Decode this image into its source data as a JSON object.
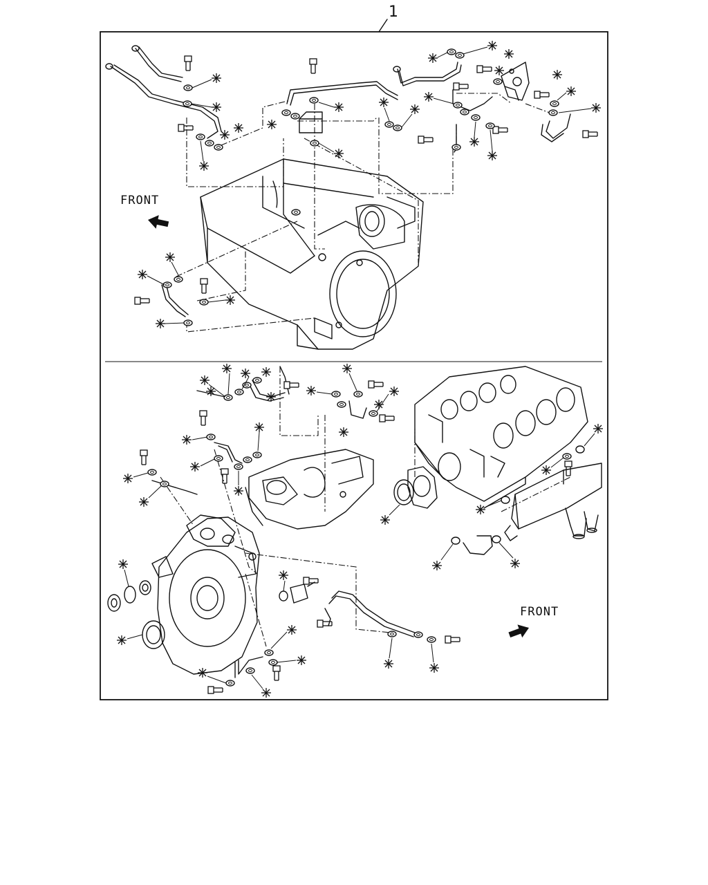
{
  "diagram": {
    "callout_number": "1",
    "top_panel": {
      "direction_label": "FRONT"
    },
    "bottom_panel": {
      "direction_label": "FRONT"
    },
    "marker_symbol": "asterisk-icon"
  }
}
